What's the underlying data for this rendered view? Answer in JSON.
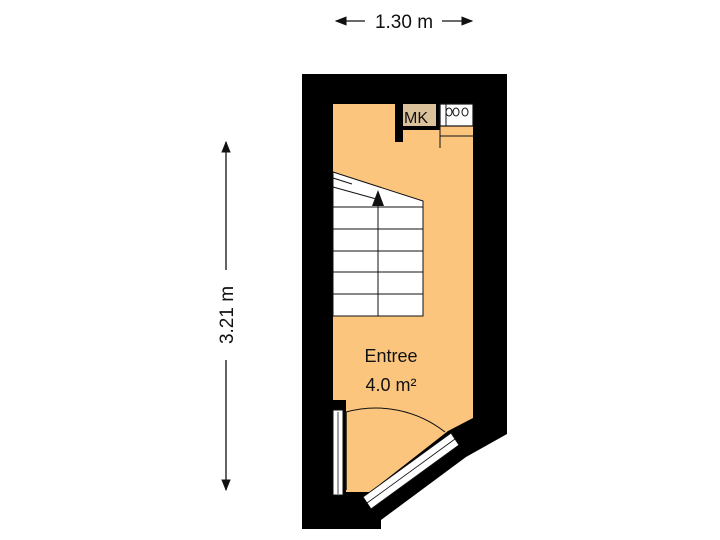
{
  "dimensions": {
    "width_label": "1.30 m",
    "height_label": "3.21 m"
  },
  "room": {
    "name": "Entree",
    "area": "4.0 m²"
  },
  "meter_cupboard": {
    "label": "MK"
  },
  "colors": {
    "wall": "#000000",
    "floor": "#fbc57e",
    "cupboard": "#dcc29a",
    "stair_tread": "#ffffff",
    "line": "#111111"
  },
  "icons": [
    "dimension-arrow-icon",
    "stair-direction-arrow-icon",
    "door-swing-icon",
    "meter-icon"
  ]
}
